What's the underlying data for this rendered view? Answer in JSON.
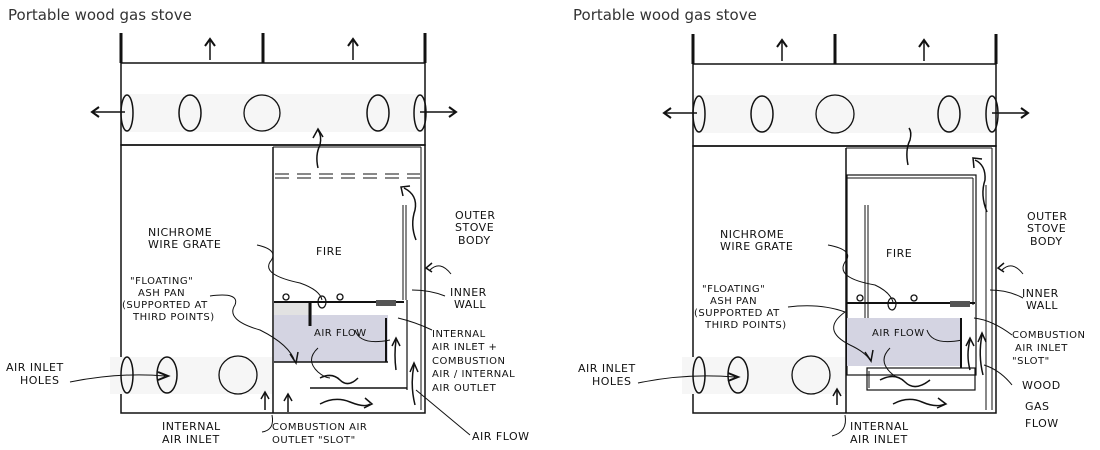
{
  "diagrams": [
    {
      "title": "Portable wood gas stove",
      "labels": {
        "fire": "FIRE",
        "nichrome_grate": [
          "NICHROME",
          "WIRE GRATE"
        ],
        "ash_pan": [
          "\"FLOATING\"",
          "ASH PAN",
          "(SUPPORTED AT",
          "THIRD POINTS)"
        ],
        "air_inlet_holes": [
          "AIR INLET",
          "HOLES"
        ],
        "internal_air_inlet": [
          "INTERNAL",
          "AIR INLET"
        ],
        "combustion_outlet_slot": [
          "COMBUSTION AIR",
          "OUTLET \"SLOT\""
        ],
        "outer_body": [
          "OUTER",
          "STOVE",
          "BODY"
        ],
        "inner_wall": [
          "INNER",
          "WALL"
        ],
        "air_flow_inner": "AIR FLOW",
        "internal_inlet_plus": [
          "INTERNAL",
          "AIR INLET  +",
          "COMBUSTION",
          "AIR / INTERNAL",
          "AIR OUTLET"
        ],
        "air_flow_bottom": "AIR FLOW"
      }
    },
    {
      "title": "Portable wood gas stove",
      "labels": {
        "fire": "FIRE",
        "nichrome_grate": [
          "NICHROME",
          "WIRE GRATE"
        ],
        "ash_pan": [
          "\"FLOATING\"",
          "ASH PAN",
          "(SUPPORTED AT",
          "THIRD POINTS)"
        ],
        "air_inlet_holes": [
          "AIR INLET",
          "HOLES"
        ],
        "internal_air_inlet": [
          "INTERNAL",
          "AIR INLET"
        ],
        "outer_body": [
          "OUTER",
          "STOVE",
          "BODY"
        ],
        "inner_wall": [
          "INNER",
          "WALL"
        ],
        "air_flow_inner": "AIR FLOW",
        "combustion_inlet_slot": [
          "COMBUSTION",
          "AIR INLET",
          "\"SLOT\""
        ],
        "wood_gas_flow": [
          "WOOD",
          "GAS",
          "FLOW"
        ]
      }
    }
  ],
  "colors": {
    "line": "#111111",
    "ash_pan_fill": "#d4d4e2",
    "band_fill": "#f6f6f6",
    "title_text": "#333333"
  }
}
